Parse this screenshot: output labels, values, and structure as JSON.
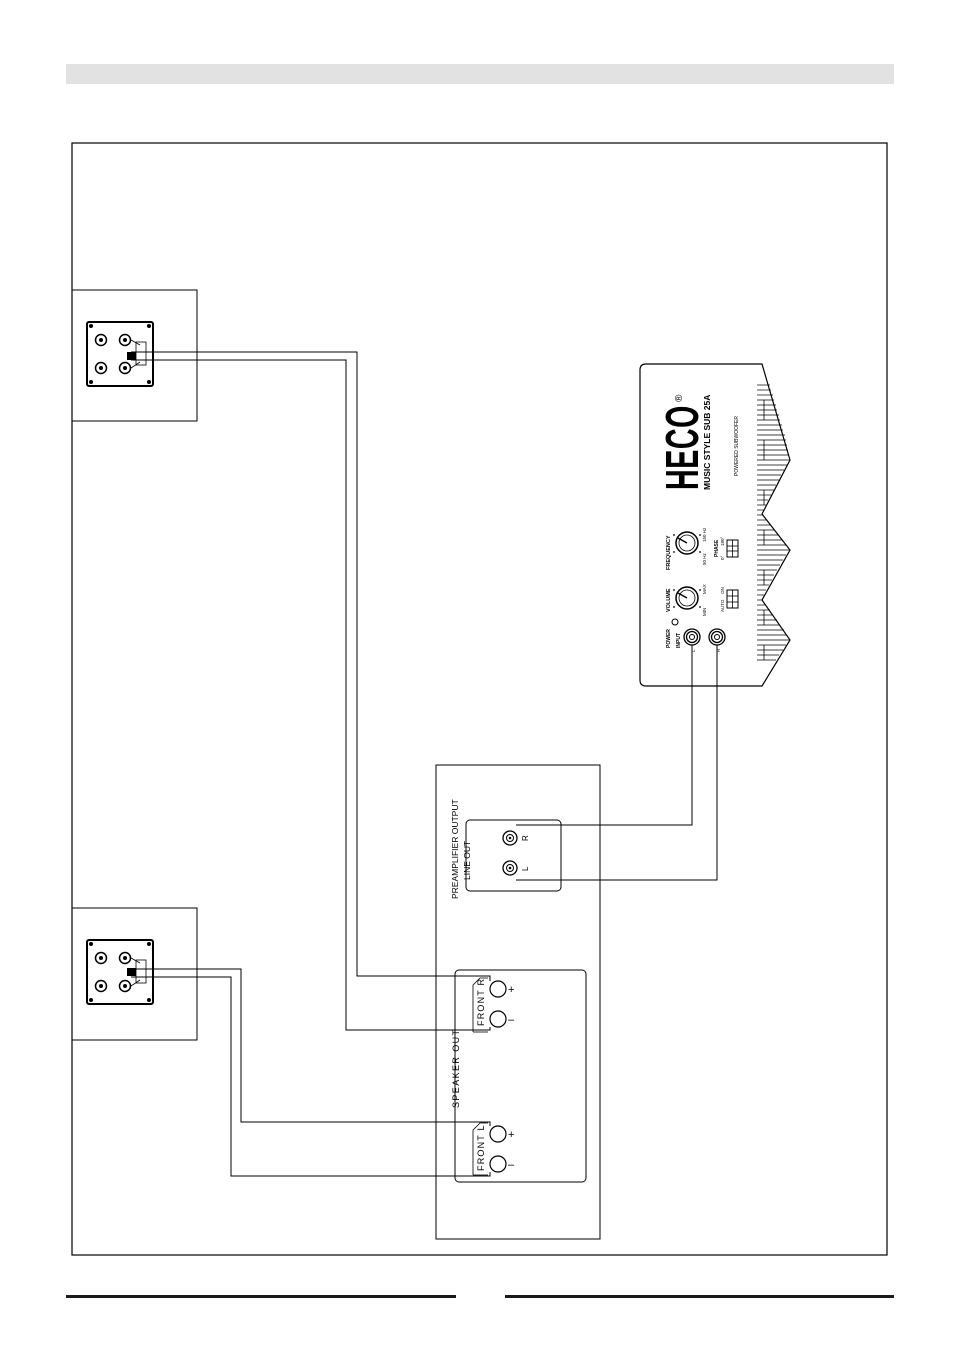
{
  "subwoofer": {
    "brand": "HECO",
    "registered": "®",
    "model": "MUSIC STYLE SUB 25A",
    "type": "POWERED SUBWOOFER",
    "frequency_label": "FREQUENCY",
    "freq_min": "50 Hz",
    "freq_max": "150 Hz",
    "phase_label": "PHASE",
    "phase_0": "0°",
    "phase_180": "180°",
    "volume_label": "VOLUME",
    "vol_min": "MIN",
    "vol_max": "MAX",
    "auto_label": "AUTO",
    "on_label": "ON",
    "power_label": "POWER",
    "input_label": "INPUT",
    "input_l": "L",
    "input_r": "R"
  },
  "amplifier": {
    "preamp_label": "PREAMPLIFIER OUTPUT",
    "line_out_label": "LINE OUT",
    "line_r": "R",
    "line_l": "L",
    "speaker_out_label": "SPEAKER OUT",
    "front_r_label": "FRONT R",
    "front_l_label": "FRONT L",
    "plus": "+",
    "minus": "–"
  }
}
